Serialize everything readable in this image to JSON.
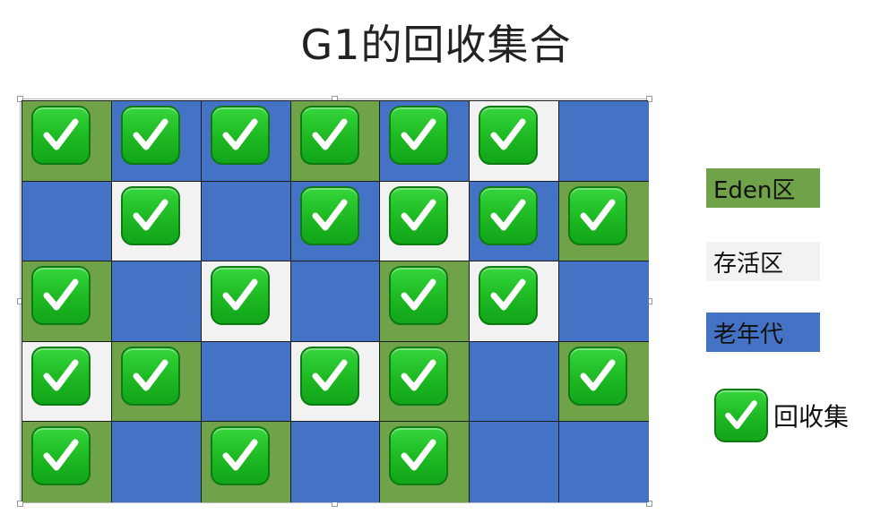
{
  "title": "G1的回收集合",
  "colors": {
    "eden": "#70a249",
    "survivor": "#f2f2f2",
    "old": "#4472c4",
    "check": "#1db822"
  },
  "grid": {
    "rows": [
      [
        {
          "type": "eden",
          "checked": true
        },
        {
          "type": "old",
          "checked": true
        },
        {
          "type": "old",
          "checked": true
        },
        {
          "type": "eden",
          "checked": true
        },
        {
          "type": "old",
          "checked": true
        },
        {
          "type": "survivor",
          "checked": true
        },
        {
          "type": "old",
          "checked": false
        }
      ],
      [
        {
          "type": "old",
          "checked": false
        },
        {
          "type": "survivor",
          "checked": true
        },
        {
          "type": "old",
          "checked": false
        },
        {
          "type": "old",
          "checked": true
        },
        {
          "type": "survivor",
          "checked": true
        },
        {
          "type": "old",
          "checked": true
        },
        {
          "type": "eden",
          "checked": true
        }
      ],
      [
        {
          "type": "eden",
          "checked": true
        },
        {
          "type": "old",
          "checked": false
        },
        {
          "type": "survivor",
          "checked": true
        },
        {
          "type": "old",
          "checked": false
        },
        {
          "type": "eden",
          "checked": true
        },
        {
          "type": "survivor",
          "checked": true
        },
        {
          "type": "old",
          "checked": false
        }
      ],
      [
        {
          "type": "survivor",
          "checked": true
        },
        {
          "type": "eden",
          "checked": true
        },
        {
          "type": "old",
          "checked": false
        },
        {
          "type": "survivor",
          "checked": true
        },
        {
          "type": "eden",
          "checked": true
        },
        {
          "type": "old",
          "checked": false
        },
        {
          "type": "eden",
          "checked": true
        }
      ],
      [
        {
          "type": "eden",
          "checked": true
        },
        {
          "type": "old",
          "checked": false
        },
        {
          "type": "eden",
          "checked": true
        },
        {
          "type": "old",
          "checked": false
        },
        {
          "type": "eden",
          "checked": true
        },
        {
          "type": "old",
          "checked": false
        },
        {
          "type": "old",
          "checked": false
        }
      ]
    ]
  },
  "legend": {
    "eden_label": "Eden区",
    "survivor_label": "存活区",
    "old_label": "老年代",
    "collection_set_label": "回收集",
    "collection_set_icon": "check-mark-icon"
  }
}
